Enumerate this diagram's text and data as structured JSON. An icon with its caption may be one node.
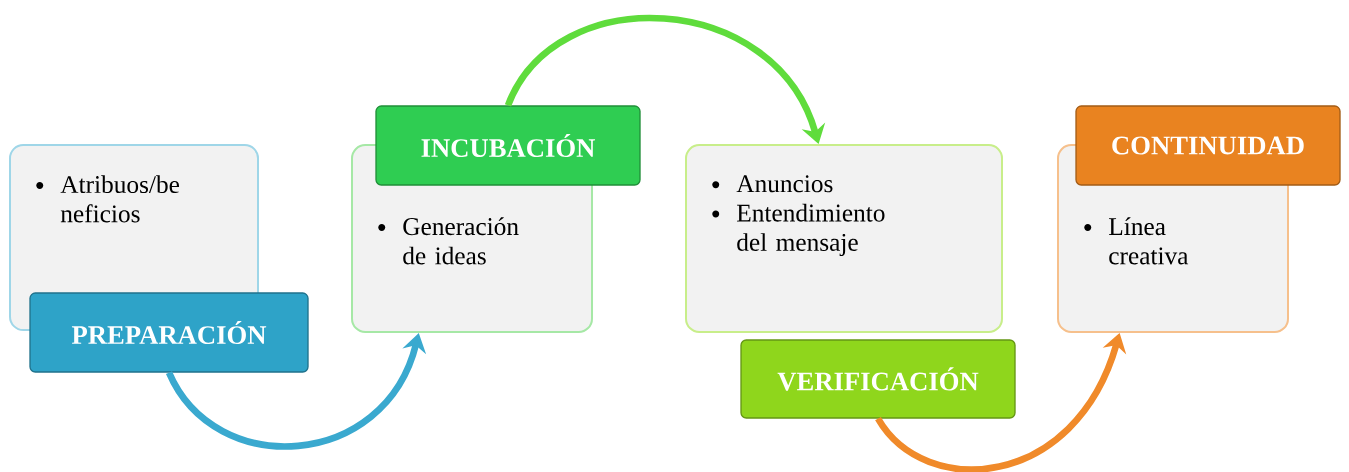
{
  "diagram": {
    "nodes": [
      {
        "text": [
          "Atribuos/be neficios"
        ]
      },
      {
        "text": [
          "PREPARACIÓN"
        ]
      },
      {
        "text": [
          "INCUBACIÓN"
        ]
      },
      {
        "text": [
          "Generación de ideas"
        ]
      },
      {
        "text": [
          "Anuncios",
          "Entendimiento del mensaje"
        ]
      },
      {
        "text": [
          "VERIFICACIÓN"
        ]
      },
      {
        "text": [
          "CONTINUIDAD"
        ]
      },
      {
        "text": [
          "Línea creativa"
        ]
      }
    ],
    "edges": [
      {
        "from": 1,
        "to": 3,
        "arrow": "to",
        "color": "#3aa9cf"
      },
      {
        "from": 2,
        "to": 4,
        "arrow": "to",
        "color": "#5fdc3c"
      },
      {
        "from": 5,
        "to": 7,
        "arrow": "to",
        "color": "#f08a2a"
      }
    ]
  }
}
